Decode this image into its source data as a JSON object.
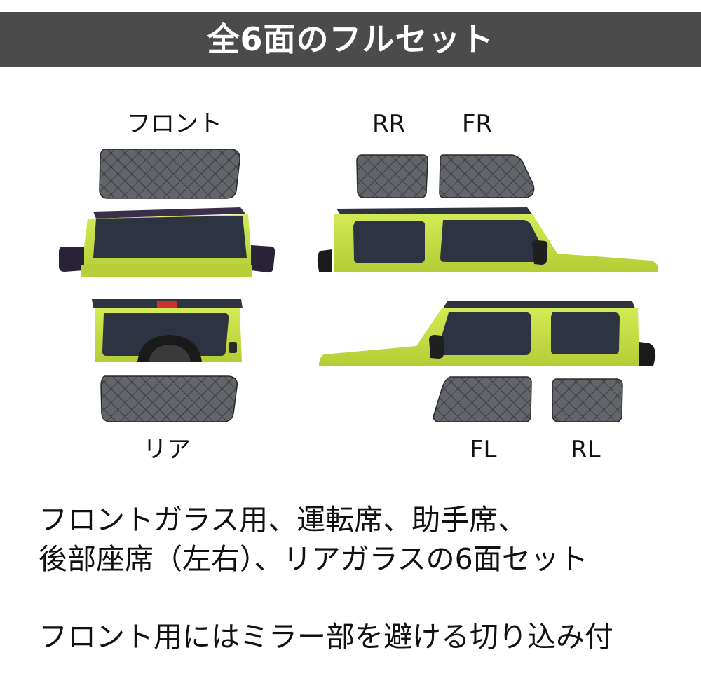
{
  "header": {
    "title": "全6面のフルセット"
  },
  "labels": {
    "front": "フロント",
    "rear": "リア",
    "rr": "RR",
    "fr": "FR",
    "fl": "FL",
    "rl": "RL"
  },
  "captions": {
    "line1": "フロントガラス用、運転席、助手席、",
    "line2": "後部座席（左右）、リアガラスの6面セット",
    "line3": "フロント用にはミラー部を避ける切り込み付"
  },
  "colors": {
    "banner": "#4b4b4b",
    "car_body": "#c6e043",
    "glass": "#2e3340",
    "shade": "#5e6166"
  }
}
